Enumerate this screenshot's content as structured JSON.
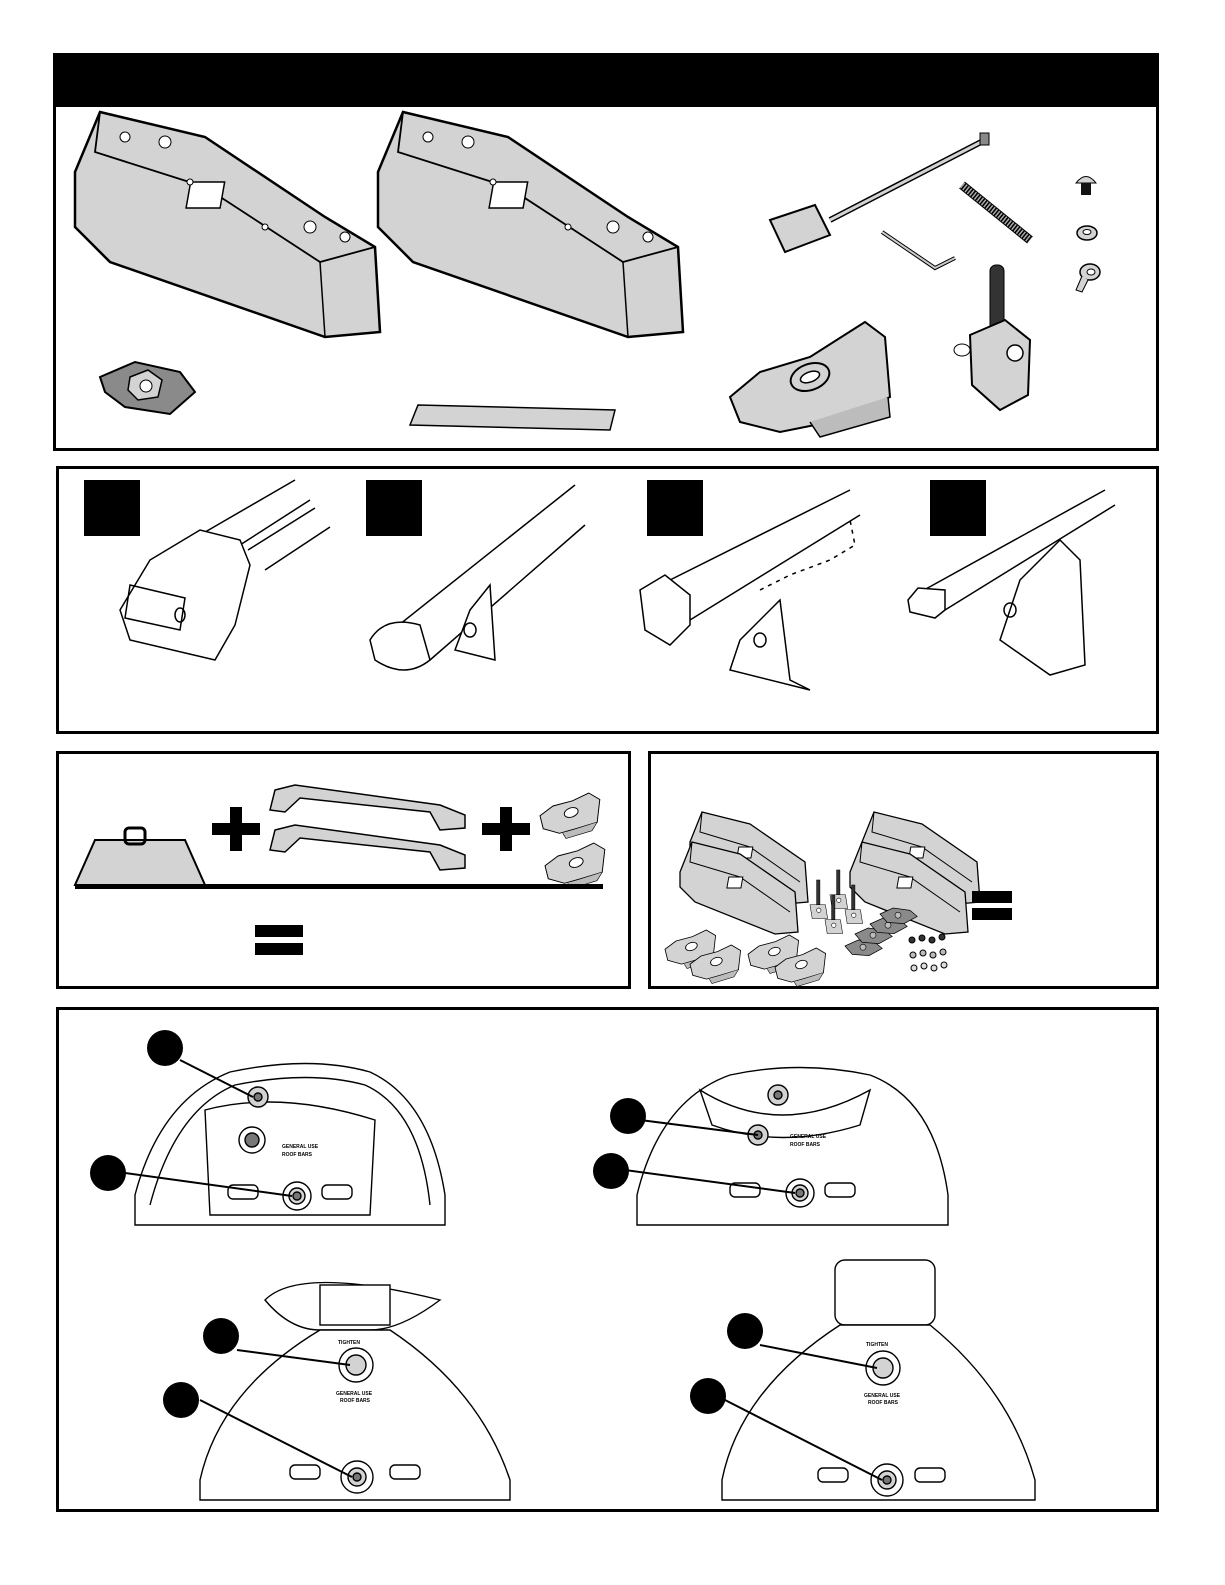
{
  "page": {
    "header_bar": {
      "text": ""
    },
    "colors": {
      "ink": "#000000",
      "part_fill": "#d3d3d3",
      "paper": "#ffffff",
      "dark_part": "#8a8a8a"
    },
    "parts_panel": {
      "items": [
        {
          "name": "foot-pad-left"
        },
        {
          "name": "foot-pad-right"
        },
        {
          "name": "tightening-tool"
        },
        {
          "name": "hex-key"
        },
        {
          "name": "threaded-rod"
        },
        {
          "name": "screw"
        },
        {
          "name": "lock-washer"
        },
        {
          "name": "ring-terminal"
        },
        {
          "name": "tightening-nut"
        },
        {
          "name": "rubber-strip"
        },
        {
          "name": "clamp-bracket"
        },
        {
          "name": "clip-bracket"
        }
      ]
    },
    "bar_types_panel": {
      "types": [
        {
          "id": "type-1",
          "label": ""
        },
        {
          "id": "type-2",
          "label": ""
        },
        {
          "id": "type-3",
          "label": ""
        },
        {
          "id": "type-4",
          "label": ""
        }
      ]
    },
    "equation_panel_left": {
      "operators": [
        "+",
        "+",
        "="
      ]
    },
    "equation_panel_right": {
      "operators": [
        "="
      ]
    },
    "foot_details": {
      "labels": {
        "tighten": "TIGHTEN",
        "general_use_line1": "GENERAL USE",
        "general_use_line2": "ROOF BARS"
      },
      "views": [
        {
          "id": "view-a",
          "callouts": 2
        },
        {
          "id": "view-b",
          "callouts": 2
        },
        {
          "id": "view-c",
          "callouts": 2
        },
        {
          "id": "view-d",
          "callouts": 2
        }
      ]
    }
  }
}
